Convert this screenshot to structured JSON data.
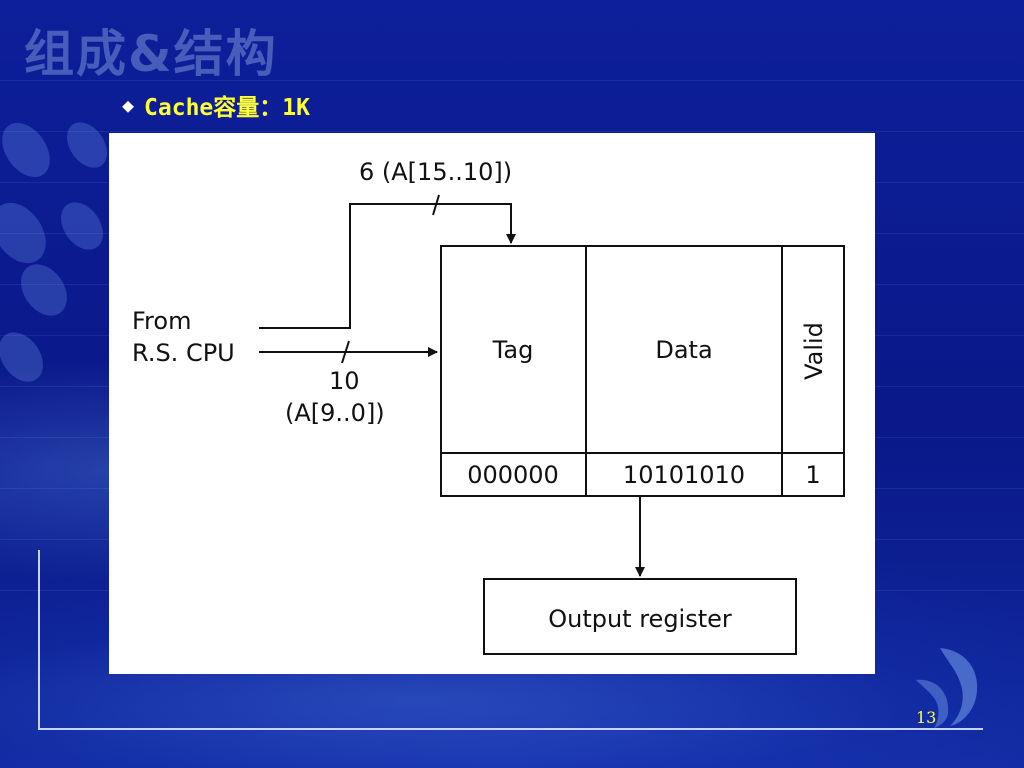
{
  "slide": {
    "title": "组成&结构",
    "bullet_text": "Cache容量：1K",
    "page_number": "13"
  },
  "diagram": {
    "tag_line_label": "6 (A[15..10])",
    "from_label_line1": "From",
    "from_label_line2": "R.S. CPU",
    "index_bits": "10",
    "index_range": "(A[9..0])",
    "col_tag": "Tag",
    "col_data": "Data",
    "col_valid": "Valid",
    "row_tag_value": "000000",
    "row_data_value": "10101010",
    "row_valid_value": "1",
    "output_label": "Output register"
  },
  "colors": {
    "background": "#0a1a8c",
    "bullet_text": "#ffff33",
    "title_watermark": "#7891d7"
  }
}
